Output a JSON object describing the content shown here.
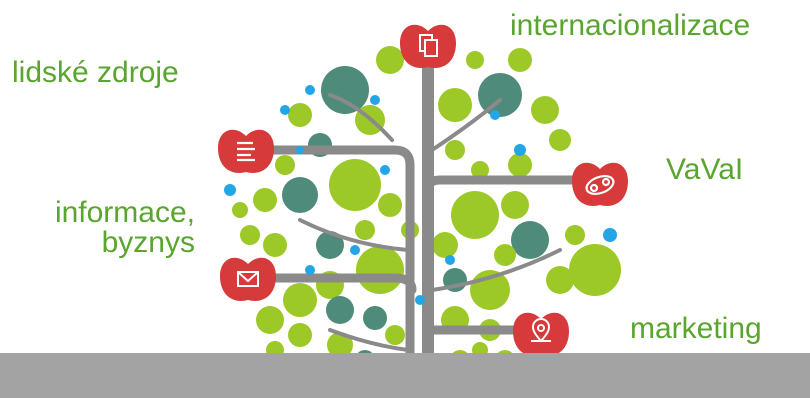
{
  "colors": {
    "label_text": "#5aa52e",
    "trunk": "#8a8a8a",
    "ground": "#a3a3a3",
    "leaf_light": "#9cc928",
    "leaf_dark": "#4f8b7a",
    "leaf_blue": "#22a6e6",
    "apple": "#d63a3a",
    "icon_stroke": "#ffffff"
  },
  "labels": {
    "hr": "lidské zdroje",
    "internationalization": "internacionalizace",
    "rnd": "VaVaI",
    "info_line1": "informace,",
    "info_line2": "byznys",
    "marketing": "marketing"
  },
  "icons": {
    "top": "document-icon",
    "left_upper": "list-icon",
    "right_upper": "link-chain-icon",
    "left_lower": "envelope-icon",
    "right_lower": "map-pin-icon"
  }
}
